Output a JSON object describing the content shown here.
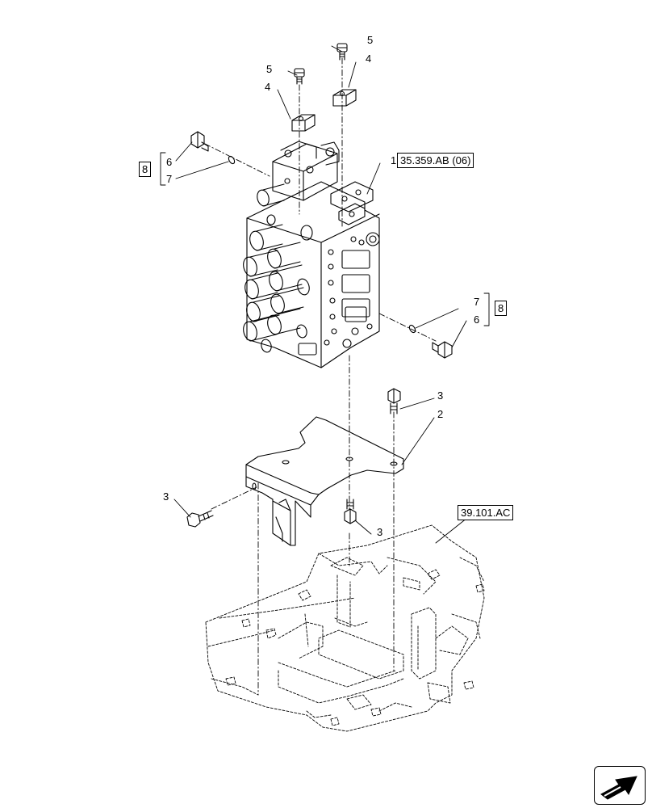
{
  "callouts": {
    "item1": "1",
    "item2": "2",
    "item3_top": "3",
    "item3_left": "3",
    "item3_bottom": "3",
    "item4_left": "4",
    "item4_right": "4",
    "item5_left": "5",
    "item5_right": "5",
    "item6_left": "6",
    "item6_right": "6",
    "item7_left": "7",
    "item7_right": "7"
  },
  "reference_boxes": {
    "valve_ref": "35.359.AB (06)",
    "frame_ref": "39.101.AC",
    "kit_left": "8",
    "kit_right": "8"
  },
  "icons": {
    "nav": "next-page-arrow-icon"
  },
  "colors": {
    "line": "#000000",
    "background": "#ffffff"
  }
}
